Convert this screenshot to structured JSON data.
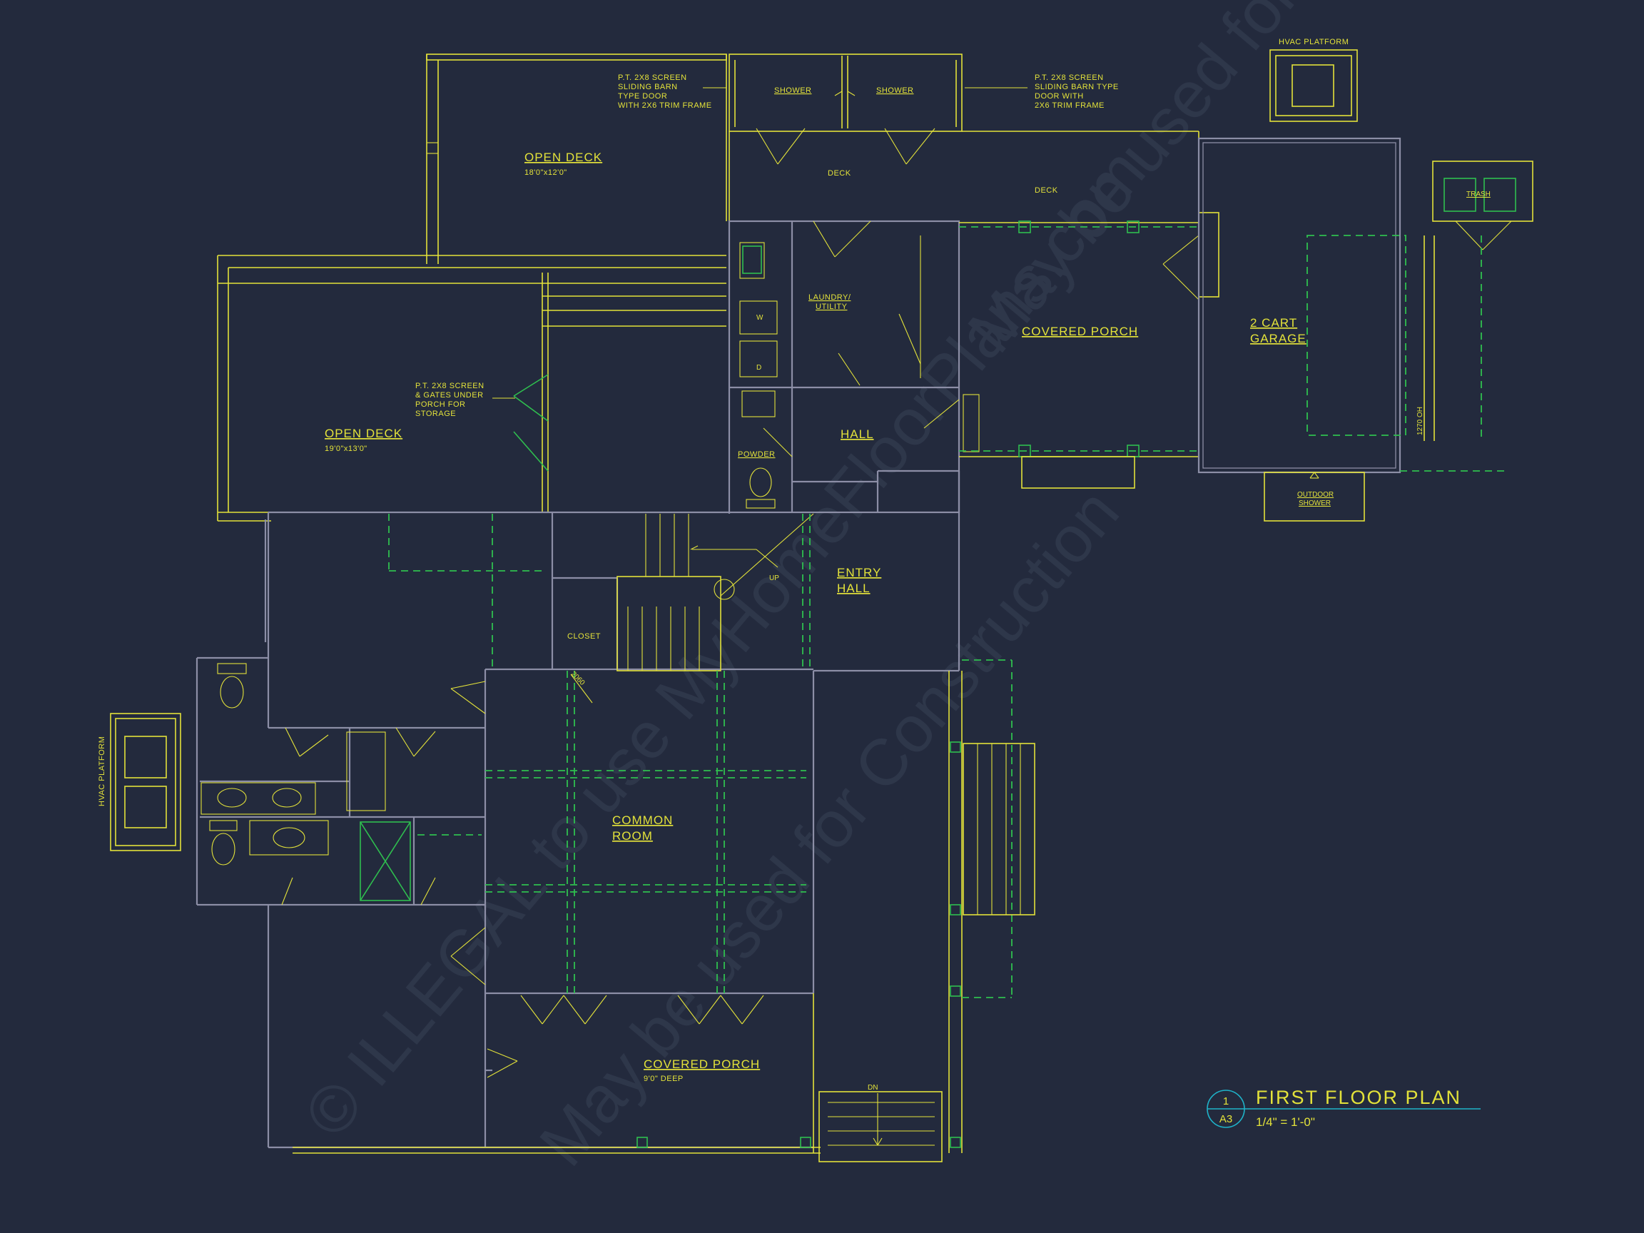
{
  "labels": {
    "open_deck_1": "OPEN DECK",
    "open_deck_1_dim": "18'0\"x12'0\"",
    "open_deck_2": "OPEN DECK",
    "open_deck_2_dim": "19'0\"x13'0\"",
    "screen_note_1": [
      "P.T. 2X8 SCREEN",
      "SLIDING BARN",
      "TYPE DOOR",
      "WITH 2X6 TRIM FRAME"
    ],
    "screen_note_2": [
      "P.T. 2X8 SCREEN",
      "SLIDING BARN TYPE",
      "DOOR WITH",
      "2X6 TRIM FRAME"
    ],
    "screen_note_3": [
      "P.T. 2X8 SCREEN",
      "& GATES UNDER",
      "PORCH FOR",
      "STORAGE"
    ],
    "shower_1": "SHOWER",
    "shower_2": "SHOWER",
    "deck_1": "DECK",
    "deck_2": "DECK",
    "hvac_top": "HVAC PLATFORM",
    "hvac_left": "HVAC PLATFORM",
    "trash": "TRASH",
    "laundry": [
      "LAUNDRY/",
      "UTILITY"
    ],
    "washer": "W",
    "dryer": "D",
    "covered_porch_top": "COVERED PORCH",
    "garage": [
      "2 CART",
      "GARAGE"
    ],
    "garage_door": "1270 OH",
    "powder": "POWDER",
    "hall": "HALL",
    "outdoor_shower": [
      "OUTDOOR",
      "SHOWER"
    ],
    "entry_hall": [
      "ENTRY",
      "HALL"
    ],
    "up": "UP",
    "closet": "CLOSET",
    "closet_door": "2060",
    "common_room": [
      "COMMON",
      "ROOM"
    ],
    "covered_porch_bottom": "COVERED PORCH",
    "covered_porch_bottom_dim": "9'0\" DEEP",
    "dn": "DN"
  },
  "title_block": {
    "detail_number": "1",
    "sheet": "A3",
    "title": "FIRST FLOOR PLAN",
    "scale": "1/4\" = 1'-0\""
  },
  "watermark": {
    "line1": "© ILLEGAL to use MyHomeFloorPlans.com",
    "line2": "May be used for Construction",
    "line3": "May be used for Estimations"
  },
  "colors": {
    "background": "#232a3d",
    "linework": "#e3e23a",
    "walls": "#8c8ea6",
    "dashed": "#2fbf4f",
    "title_circle": "#1fb3c9"
  }
}
